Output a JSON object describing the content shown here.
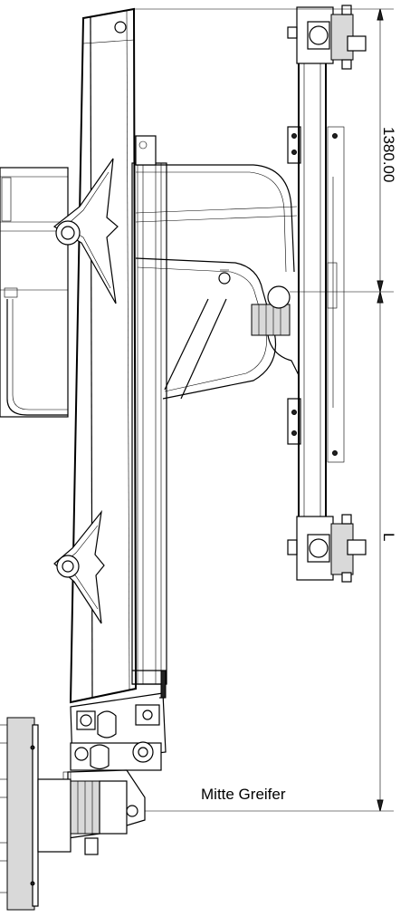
{
  "drawing": {
    "dimension_top": "1380.00",
    "dimension_length": "L",
    "label_center_gripper": "Mitte Greifer"
  }
}
